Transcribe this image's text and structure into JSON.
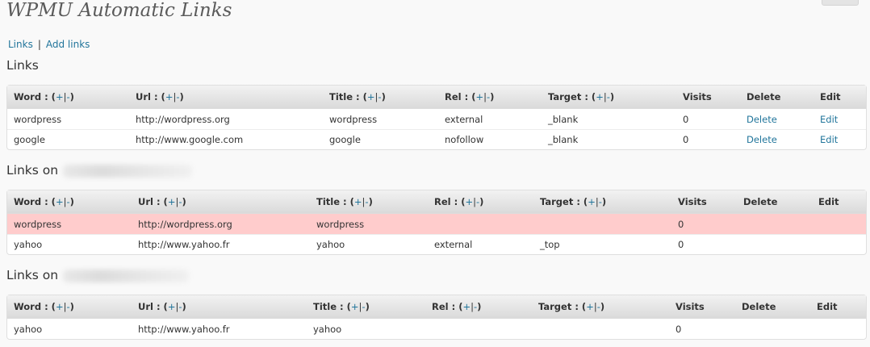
{
  "page": {
    "title": "WPMU Automatic Links"
  },
  "subnav": {
    "links_label": "Links",
    "separator": "|",
    "add_links_label": "Add links"
  },
  "headers": {
    "word": "Word : (",
    "url": "Url : (",
    "title": "Title : (",
    "rel": "Rel : (",
    "target": "Target : (",
    "plus": "+",
    "bar": "|",
    "minus": "-",
    "close": ")",
    "visits": "Visits",
    "delete": "Delete",
    "edit": "Edit"
  },
  "sections": [
    {
      "title": "Links",
      "rows": [
        {
          "word": "wordpress",
          "url": "http://wordpress.org",
          "title": "wordpress",
          "rel": "external",
          "target": "_blank",
          "visits": "0",
          "delete": "Delete",
          "edit": "Edit"
        },
        {
          "word": "google",
          "url": "http://www.google.com",
          "title": "google",
          "rel": "nofollow",
          "target": "_blank",
          "visits": "0",
          "delete": "Delete",
          "edit": "Edit"
        }
      ]
    },
    {
      "title": "Links on",
      "rows": [
        {
          "word": "wordpress",
          "url": "http://wordpress.org",
          "title": "wordpress",
          "rel": "",
          "target": "",
          "visits": "0",
          "delete": "",
          "edit": ""
        },
        {
          "word": "yahoo",
          "url": "http://www.yahoo.fr",
          "title": "yahoo",
          "rel": "external",
          "target": "_top",
          "visits": "0",
          "delete": "",
          "edit": ""
        }
      ]
    },
    {
      "title": "Links on",
      "rows": [
        {
          "word": "yahoo",
          "url": "http://www.yahoo.fr",
          "title": "yahoo",
          "rel": "",
          "target": "",
          "visits": "0",
          "delete": "",
          "edit": ""
        }
      ]
    }
  ],
  "colors": {
    "link": "#21759b",
    "highlight_row": "#ffcccc",
    "header_top": "#f2f2f2",
    "header_bottom": "#dadada"
  }
}
